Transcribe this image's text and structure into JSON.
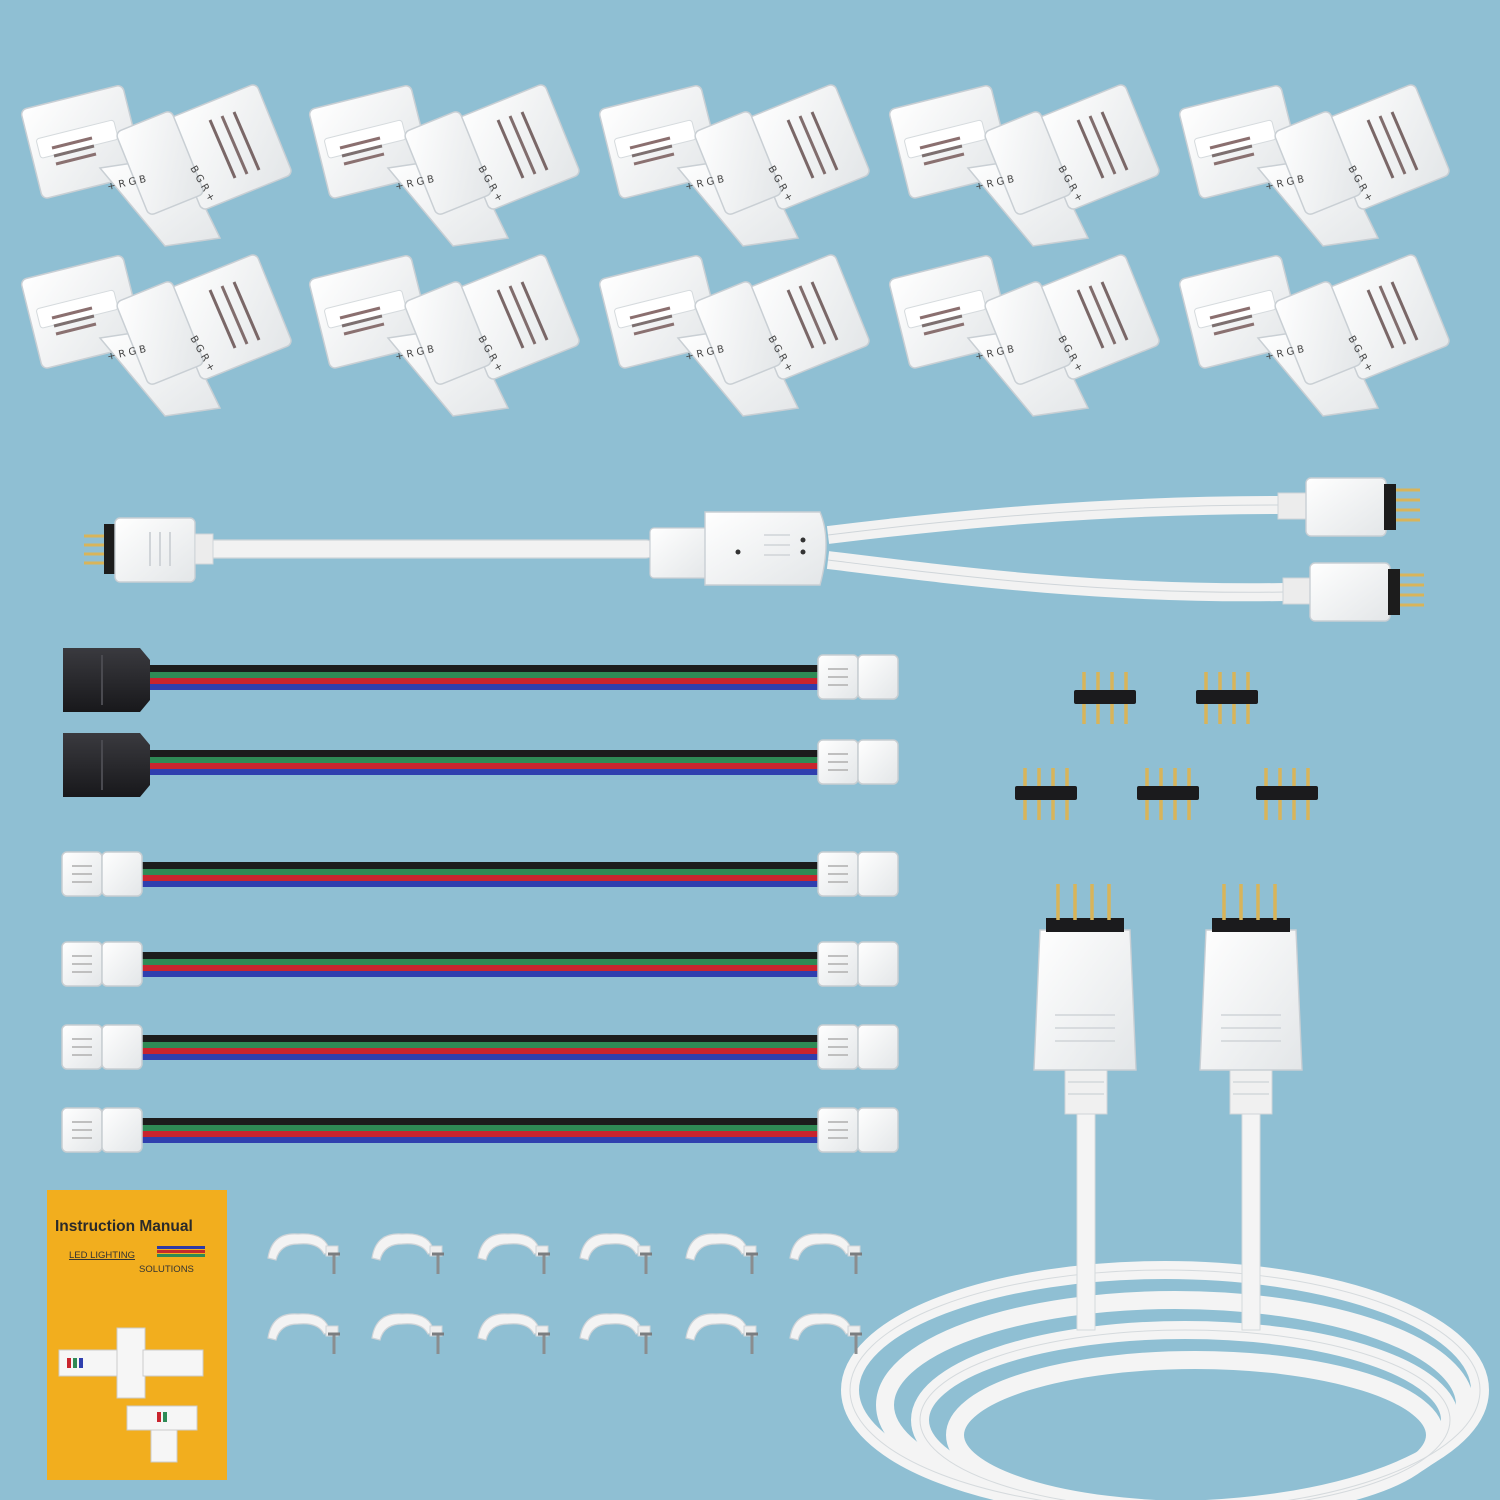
{
  "manual": {
    "title": "Instruction Manual",
    "subtitle_line1": "LED LIGHTING",
    "subtitle_line2": "SOLUTIONS"
  },
  "connector_marking_a": "+ R G B",
  "connector_marking_b": "B G R +",
  "colors": {
    "background": "#8fbfd3",
    "plastic_white": "#f4f4f4",
    "wire_black": "#1c1c1c",
    "wire_green": "#2f8a55",
    "wire_red": "#c9242e",
    "wire_blue": "#2f3fae",
    "pin_gold": "#d8b45a",
    "manual_bg": "#f2ae1e"
  }
}
